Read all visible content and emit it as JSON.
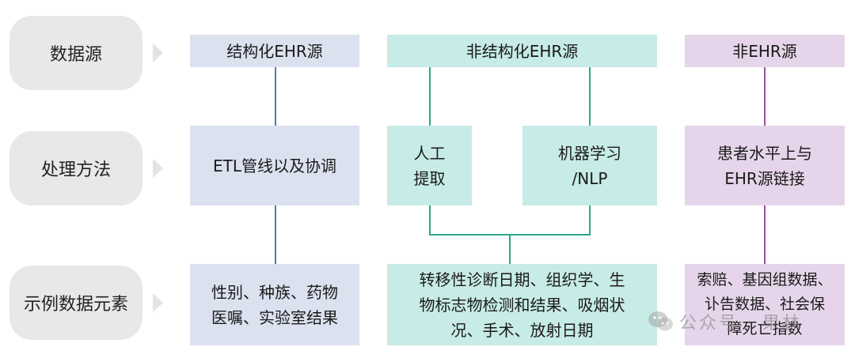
{
  "rows": {
    "source": "数据源",
    "method": "处理方法",
    "elements": "示例数据元素"
  },
  "columns": {
    "structured": {
      "header": "结构化EHR源",
      "method": "ETL管线以及协调",
      "elements": "性别、种族、药物\n医嘱、实验室结果"
    },
    "unstructured": {
      "header": "非结构化EHR源",
      "method_manual": "人工\n提取",
      "method_ml": "机器学习\n/NLP",
      "elements": "转移性诊断日期、组织学、生\n物标志物检测和结果、吸烟状\n况、手术、放射日期"
    },
    "non_ehr": {
      "header": "非EHR源",
      "method": "患者水平上与\nEHR源链接",
      "elements": "索赔、基因组数据、\n讣告数据、社会保\n障死亡指数"
    }
  },
  "colors": {
    "structured_line": "#4f7fa8",
    "unstructured_line": "#2aa88f",
    "non_ehr_line": "#9a4d9e"
  },
  "watermark": {
    "text": "公众号 · 果林",
    "icon": "wechat-icon"
  }
}
